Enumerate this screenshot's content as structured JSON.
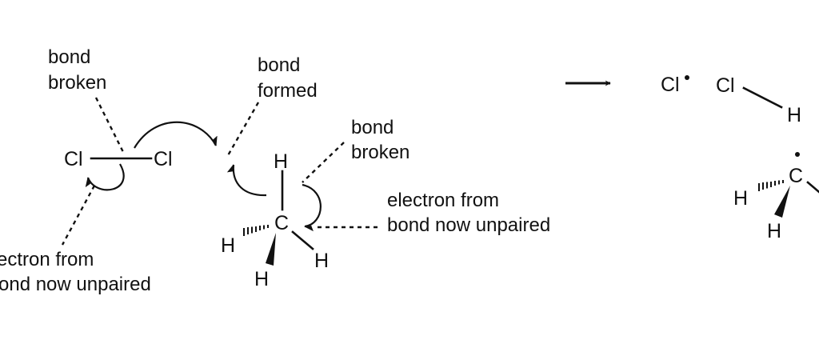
{
  "labels": {
    "bond_broken_cl": [
      "bond",
      "broken"
    ],
    "bond_formed": [
      "bond",
      "formed"
    ],
    "bond_broken_ch": [
      "bond",
      "broken"
    ],
    "electron_ch": [
      "electron from",
      "bond now unpaired"
    ],
    "electron_cl": [
      "ectron from",
      "ond now unpaired"
    ]
  },
  "reactants": {
    "chlorine_molecule": {
      "atom_left": "Cl",
      "atom_right": "Cl"
    },
    "methane": {
      "center": "C",
      "h_top": "H",
      "h_left": "H",
      "h_right": "H",
      "h_bottom": "H"
    }
  },
  "products": {
    "chlorine_radical": {
      "atom": "Cl"
    },
    "hydrogen_chloride": {
      "atom_cl": "Cl",
      "atom_h": "H"
    },
    "methyl_radical": {
      "center": "C",
      "h_left": "H",
      "h_bottom": "H"
    }
  },
  "colors": {
    "ink": "#111111",
    "background": "#ffffff"
  }
}
